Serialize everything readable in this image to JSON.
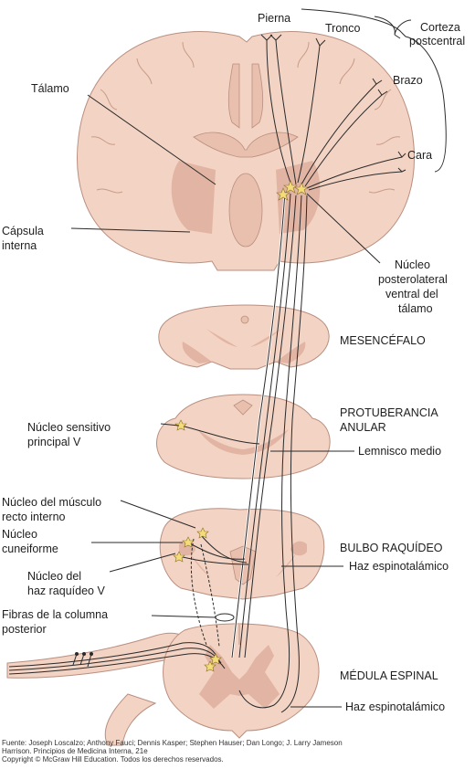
{
  "labels": {
    "pierna": "Pierna",
    "tronco": "Tronco",
    "corteza": "Corteza",
    "postcentral": "postcentral",
    "brazo": "Brazo",
    "cara": "Cara",
    "talamo": "Tálamo",
    "capsula_1": "Cápsula",
    "capsula_2": "interna",
    "nucleo_pl_1": "Núcleo",
    "nucleo_pl_2": "posterolateral",
    "nucleo_pl_3": "ventral del",
    "nucleo_pl_4": "tálamo",
    "mesencefalo": "MESENCÉFALO",
    "protuberancia_1": "PROTUBERANCIA",
    "protuberancia_2": "ANULAR",
    "nucleo_sensitivo_1": "Núcleo sensitivo",
    "nucleo_sensitivo_2": "principal V",
    "lemnisco": "Lemnisco medio",
    "recto_1": "Núcleo del músculo",
    "recto_2": "recto interno",
    "cuneiforme_1": "Núcleo",
    "cuneiforme_2": "cuneiforme",
    "bulbo": "BULBO RAQUÍDEO",
    "haz_1": "Haz espinotalámico",
    "trigemino_1": "Núcleo del",
    "trigemino_2": "haz raquídeo V",
    "fibras_1": "Fibras de la columna",
    "fibras_2": "posterior",
    "medula": "MÉDULA ESPINAL",
    "haz_2": "Haz espinotalámico"
  },
  "credits": {
    "line1": "Fuente: Joseph Loscalzo; Anthony Fauci; Dennis Kasper; Stephen Hauser; Dan Longo; J. Larry Jameson",
    "line2": "Harrison. Principios de Medicina Interna, 21e",
    "line3": "Copyright © McGraw Hill Education. Todos los derechos reservados."
  },
  "colors": {
    "tissue": "#f3d3c3",
    "tissue_outline": "#b98f80",
    "fiber": "#2a2a2a",
    "nucleus_star": "#f4dc7a"
  }
}
